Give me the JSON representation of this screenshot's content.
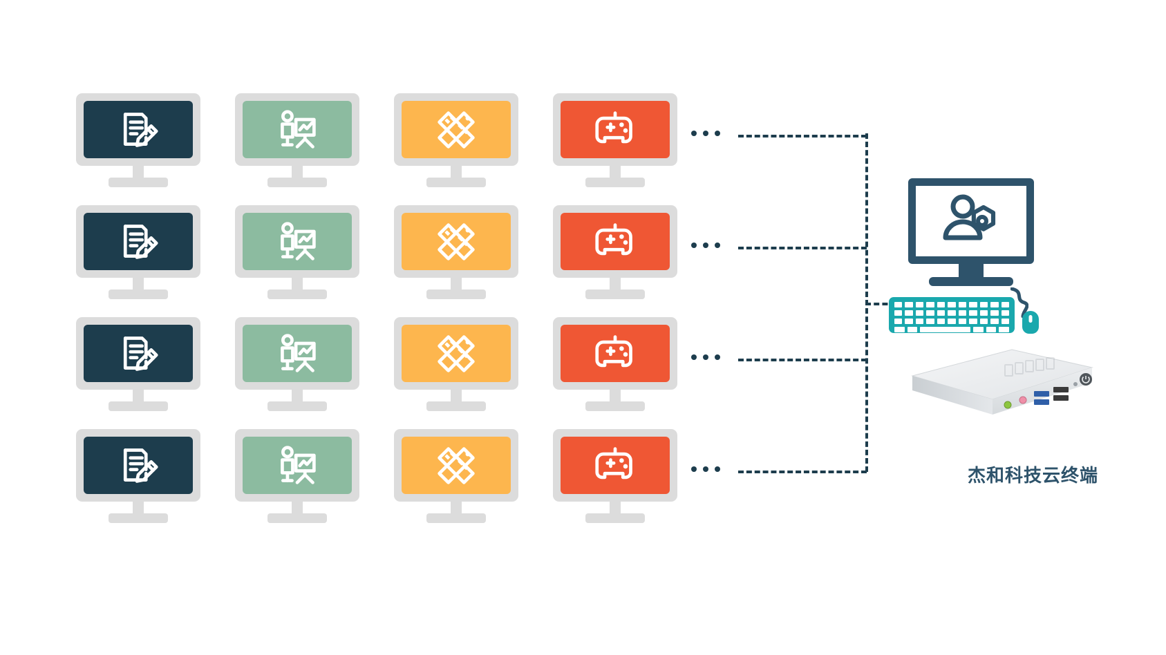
{
  "diagram": {
    "title": "Cloud terminal deployment topology",
    "background_color": "#ffffff"
  },
  "palette": {
    "monitor_bezel": "#dcdcdc",
    "screen_dark_teal": "#1d3d4d",
    "screen_green": "#8cbba0",
    "screen_amber": "#fdb64e",
    "screen_red": "#ef5734",
    "icon_white": "#ffffff",
    "connector_line": "#1d3d4d",
    "server_navy": "#2e536b",
    "keyboard_teal": "#1aa8ad",
    "label_text": "#2e536b",
    "minipc_body": "#e9ebed"
  },
  "clients": {
    "rows": 4,
    "columns": 4,
    "column_types": [
      {
        "id": "document-editing",
        "icon": "document-pencil-icon",
        "screen_color": "#1d3d4d"
      },
      {
        "id": "presentation-training",
        "icon": "presenter-flipchart-icon",
        "screen_color": "#8cbba0"
      },
      {
        "id": "design-drafting",
        "icon": "pencil-ruler-icon",
        "screen_color": "#fdb64e"
      },
      {
        "id": "gaming-entertainment",
        "icon": "gamepad-icon",
        "screen_color": "#ef5734"
      }
    ]
  },
  "connectors": {
    "ellipsis_glyph": "...",
    "ellipsis_count": 4,
    "line_style": "dashed",
    "bus_orientation": "vertical"
  },
  "server": {
    "monitor_icon": "user-gear-icon",
    "keyboard_icon": "keyboard-icon",
    "mouse_icon": "mouse-icon",
    "device_icon": "mini-pc-icon",
    "label": "杰和科技云终端",
    "ports": [
      {
        "name": "audio-out-port",
        "color": "#8dc63f"
      },
      {
        "name": "microphone-port",
        "color": "#ef8fa8"
      },
      {
        "name": "usb3-port-1",
        "color": "#2f5fa8"
      },
      {
        "name": "usb3-port-2",
        "color": "#2f5fa8"
      },
      {
        "name": "usb2-port-1",
        "color": "#3a3a3a"
      },
      {
        "name": "usb2-port-2",
        "color": "#3a3a3a"
      },
      {
        "name": "power-button",
        "color": "#4a4a4a"
      }
    ]
  }
}
